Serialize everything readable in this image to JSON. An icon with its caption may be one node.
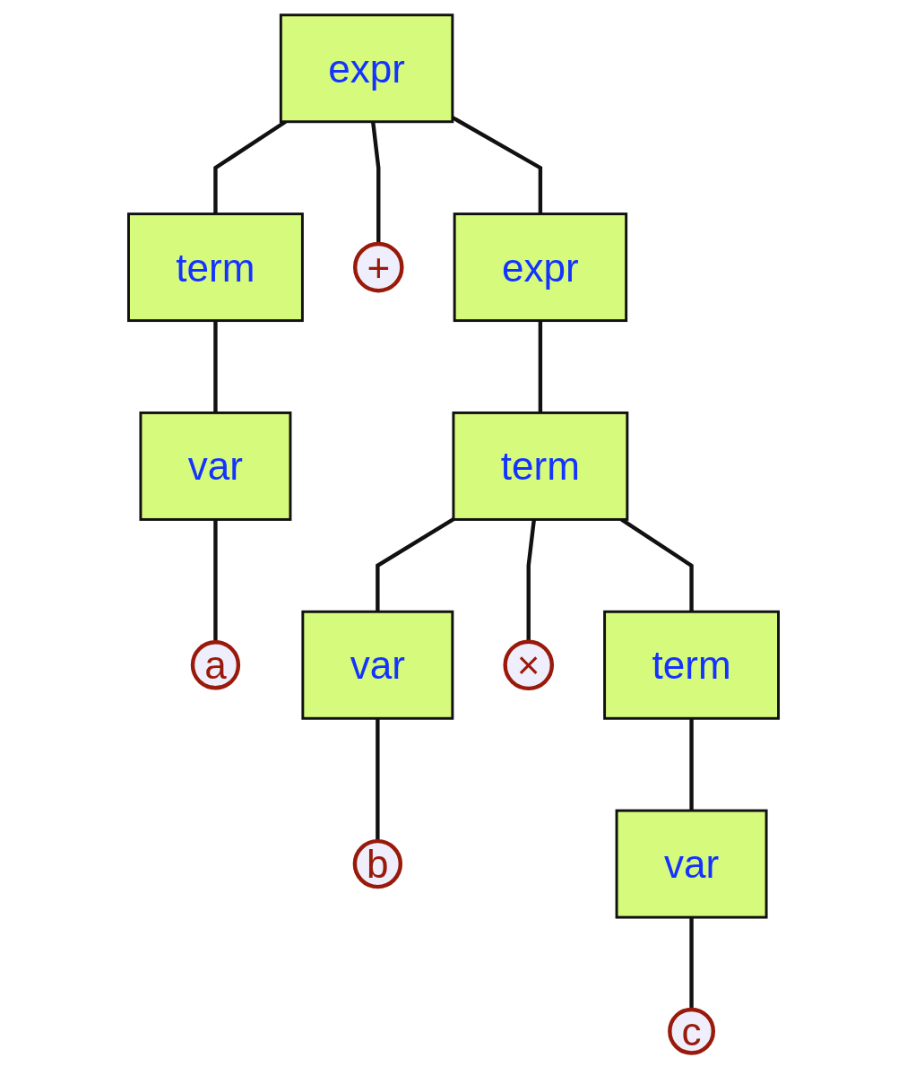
{
  "diagram": {
    "nodes": [
      {
        "text": [
          "expr"
        ]
      },
      {
        "text": [
          "term"
        ]
      },
      {
        "text": [
          "+"
        ]
      },
      {
        "text": [
          "expr"
        ]
      },
      {
        "text": [
          "var"
        ]
      },
      {
        "text": [
          "term"
        ]
      },
      {
        "text": [
          "a"
        ]
      },
      {
        "text": [
          "var"
        ]
      },
      {
        "text": [
          "×"
        ]
      },
      {
        "text": [
          "term"
        ]
      },
      {
        "text": [
          "b"
        ]
      },
      {
        "text": [
          "var"
        ]
      },
      {
        "text": [
          "c"
        ]
      }
    ],
    "edges": [
      {
        "from": 0,
        "to": 1,
        "arrow": "none"
      },
      {
        "from": 0,
        "to": 2,
        "arrow": "none"
      },
      {
        "from": 0,
        "to": 3,
        "arrow": "none"
      },
      {
        "from": 1,
        "to": 4,
        "arrow": "none"
      },
      {
        "from": 3,
        "to": 5,
        "arrow": "none"
      },
      {
        "from": 4,
        "to": 6,
        "arrow": "none"
      },
      {
        "from": 5,
        "to": 7,
        "arrow": "none"
      },
      {
        "from": 5,
        "to": 8,
        "arrow": "none"
      },
      {
        "from": 5,
        "to": 9,
        "arrow": "none"
      },
      {
        "from": 7,
        "to": 10,
        "arrow": "none"
      },
      {
        "from": 9,
        "to": 11,
        "arrow": "none"
      },
      {
        "from": 11,
        "to": 12,
        "arrow": "none"
      }
    ]
  }
}
